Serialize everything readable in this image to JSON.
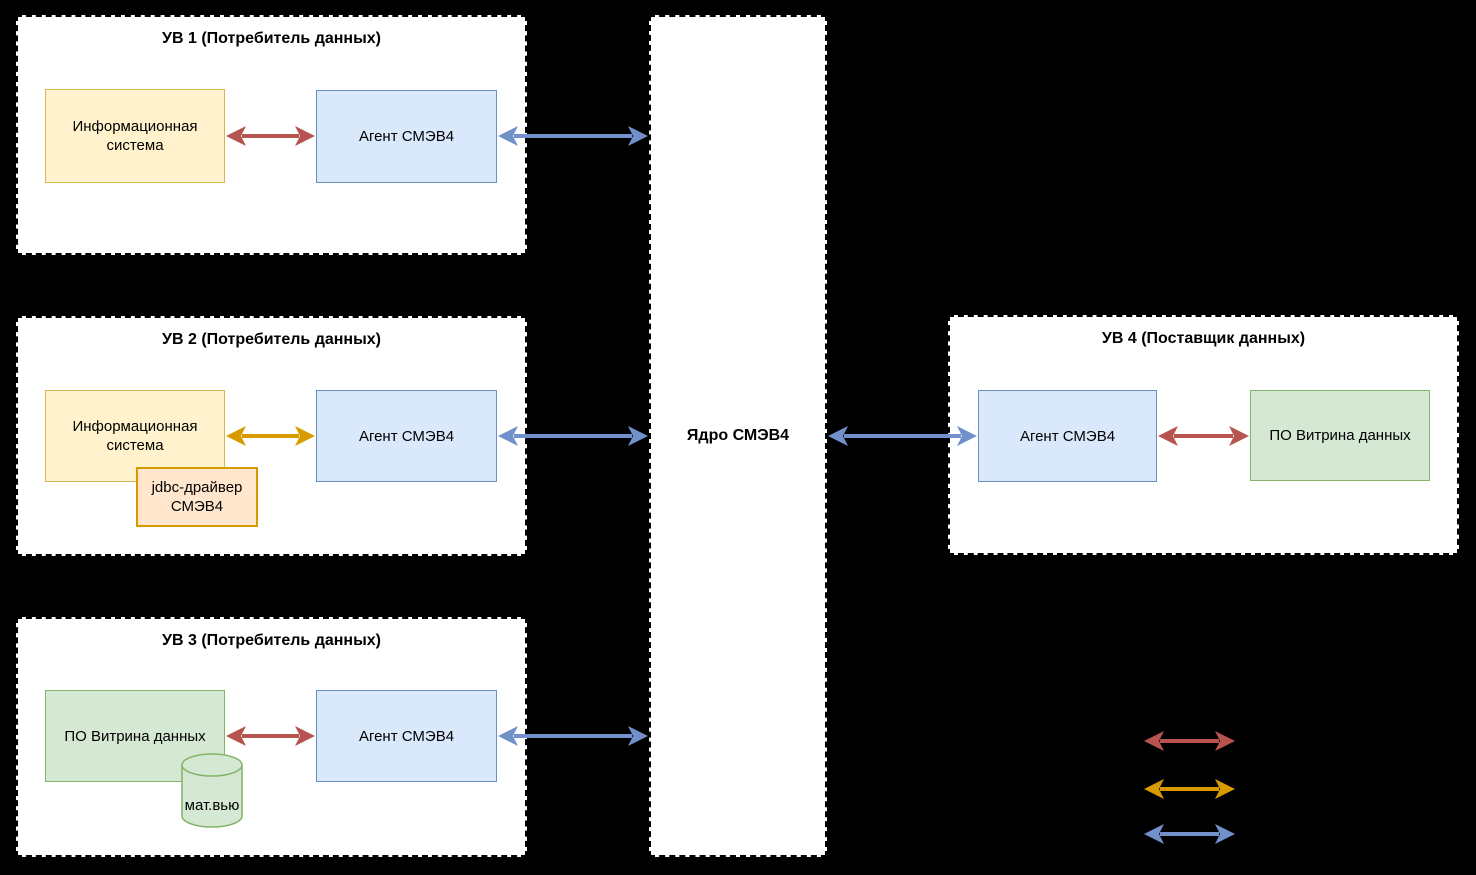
{
  "diagram": {
    "background": "#000000",
    "colors": {
      "container_fill": "#ffffff",
      "container_border": "#000000",
      "yellow_fill": "#FFF2CC",
      "yellow_border": "#D6B656",
      "orange_fill": "#FFE6CC",
      "orange_border": "#D79B00",
      "blue_fill": "#DAE8FC",
      "blue_border": "#6C8EBF",
      "green_fill": "#D5E8D4",
      "green_border": "#82B366",
      "arrow_red": "#B85450",
      "arrow_orange": "#D79B00",
      "arrow_blue": "#7290C9"
    },
    "containers": {
      "uv1": {
        "title": "УВ 1 (Потребитель данных)"
      },
      "uv2": {
        "title": "УВ 2 (Потребитель данных)"
      },
      "uv3": {
        "title": "УВ 3 (Потребитель данных)"
      },
      "core": {
        "title": "Ядро СМЭВ4"
      },
      "uv4": {
        "title": "УВ 4 (Поставщик данных)"
      }
    },
    "nodes": {
      "info_system": "Информационная система",
      "agent": "Агент СМЭВ4",
      "jdbc_driver": "jdbc-драйвер СМЭВ4",
      "data_mart": "ПО Витрина данных",
      "mat_view": "мат.вью"
    },
    "legend": {
      "items": [
        {
          "icon": "red-double-arrow"
        },
        {
          "icon": "orange-double-arrow"
        },
        {
          "icon": "blue-double-arrow"
        }
      ]
    }
  }
}
